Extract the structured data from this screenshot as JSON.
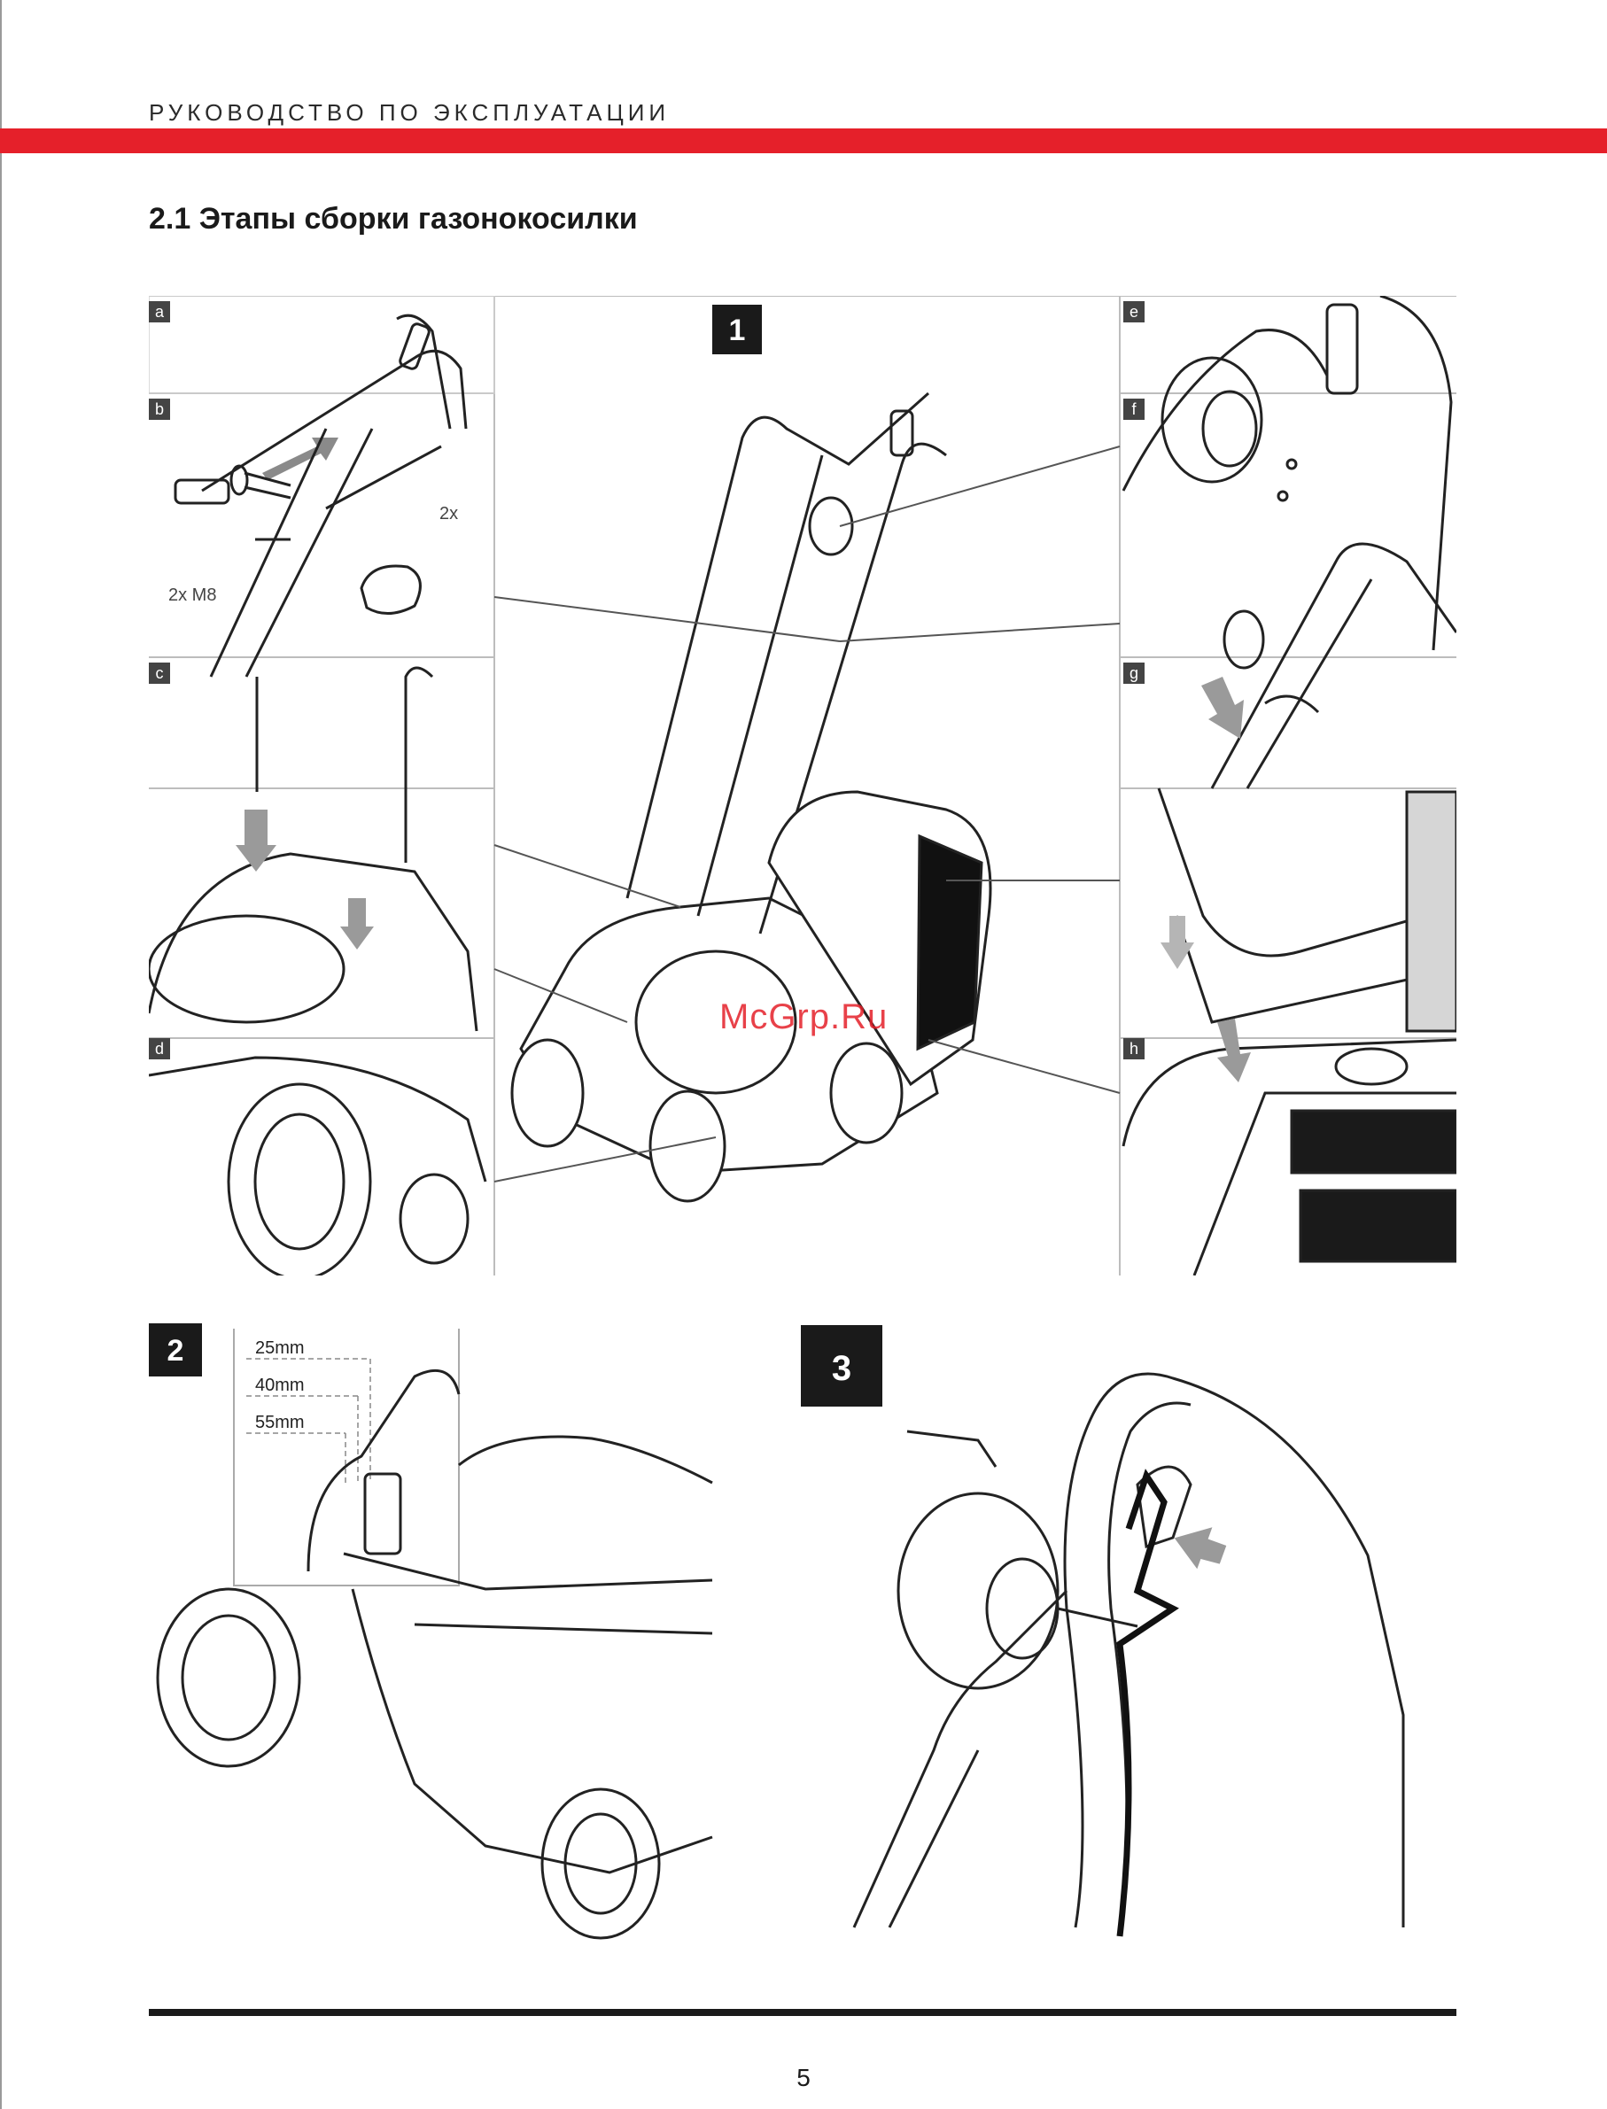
{
  "header": {
    "title": "РУКОВОДСТВО ПО ЭКСПЛУАТАЦИИ",
    "accent_color": "#e5202a"
  },
  "section": {
    "title": "2.1 Этапы сборки газонокосилки"
  },
  "figure1": {
    "step_number": "1",
    "panel_labels": [
      "a",
      "b",
      "c",
      "d",
      "e",
      "f",
      "g",
      "h"
    ],
    "b_callouts": {
      "bolt": "2x M8",
      "knob": "2x"
    }
  },
  "figure2": {
    "step_number": "2",
    "height_labels": [
      "25mm",
      "40mm",
      "55mm"
    ]
  },
  "figure3": {
    "step_number": "3"
  },
  "watermark": "McGrp.Ru",
  "footer": {
    "page_number": "5"
  }
}
